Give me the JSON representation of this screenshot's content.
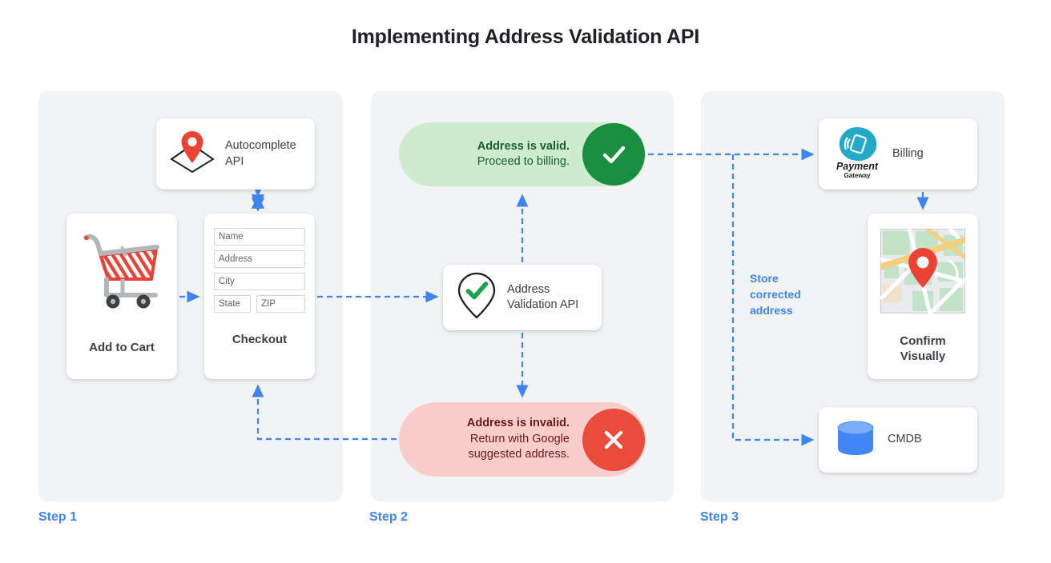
{
  "title": "Implementing Address Validation API",
  "colors": {
    "accent_blue": "#3d85f5",
    "panel_bg": "#f1f3f4",
    "valid_bg": "#ccebcf",
    "valid_badge": "#188e3f",
    "valid_text": "#1c5e2b",
    "invalid_bg": "#f9cdcb",
    "invalid_badge": "#ea4b3b",
    "invalid_text": "#6e1a16",
    "card_bg": "#ffffff",
    "text_dark": "#3c4043",
    "pin_red": "#ea4335",
    "db_blue": "#4285f4",
    "gateway_cyan": "#25a9c9"
  },
  "steps": [
    {
      "label": "Step 1"
    },
    {
      "label": "Step 2"
    },
    {
      "label": "Step 3"
    }
  ],
  "step1": {
    "autocomplete": {
      "label": "Autocomplete\nAPI",
      "icon": "map-pin-diamond-icon"
    },
    "add_to_cart": {
      "caption": "Add to Cart",
      "icon": "shopping-cart-icon"
    },
    "checkout": {
      "caption": "Checkout",
      "fields": [
        {
          "name": "name-field",
          "placeholder": "Name"
        },
        {
          "name": "address-field",
          "placeholder": "Address"
        },
        {
          "name": "city-field",
          "placeholder": "City"
        },
        {
          "name": "state-field",
          "placeholder": "State"
        },
        {
          "name": "zip-field",
          "placeholder": "ZIP"
        }
      ]
    }
  },
  "step2": {
    "valid": {
      "line1": "Address is valid.",
      "line2": "Proceed to billing.",
      "icon": "check-circle-icon"
    },
    "validation_api": {
      "label": "Address\nValidation API",
      "icon": "pin-check-icon"
    },
    "invalid": {
      "line1": "Address is invalid.",
      "line2": "Return with Google\nsuggested address.",
      "icon": "x-circle-icon"
    }
  },
  "step3": {
    "billing": {
      "label": "Billing",
      "icon": "payment-gateway-icon",
      "logo_line1": "Payment",
      "logo_line2": "Gateway"
    },
    "confirm": {
      "caption": "Confirm\nVisually",
      "icon": "map-thumbnail-icon"
    },
    "cmdb": {
      "label": "CMDB",
      "icon": "database-icon"
    },
    "store_note": "Store\ncorrected\naddress"
  }
}
